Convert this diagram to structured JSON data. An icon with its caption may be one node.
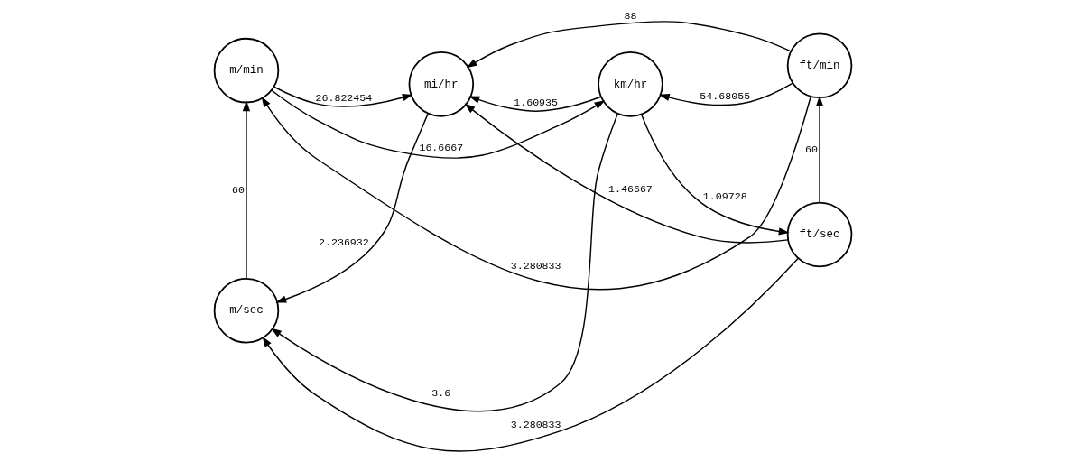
{
  "diagram": {
    "nodes": [
      {
        "text": [
          "m/min"
        ]
      },
      {
        "text": [
          "ft/min"
        ]
      },
      {
        "text": [
          "mi/hr"
        ]
      },
      {
        "text": [
          "km/hr"
        ]
      },
      {
        "text": [
          "m/sec"
        ]
      },
      {
        "text": [
          "ft/sec"
        ]
      }
    ],
    "edges": [
      {
        "from": 1,
        "to": 0,
        "arrow": "to",
        "label": "3.280833"
      },
      {
        "from": 0,
        "to": 3,
        "arrow": "to",
        "label": "16.6667"
      },
      {
        "from": 0,
        "to": 2,
        "arrow": "to",
        "label": "26.822454"
      },
      {
        "from": 1,
        "to": 2,
        "arrow": "to",
        "label": "88"
      },
      {
        "from": 1,
        "to": 3,
        "arrow": "to",
        "label": "54.68055"
      },
      {
        "from": 3,
        "to": 2,
        "arrow": "to",
        "label": "1.60935"
      },
      {
        "from": 2,
        "to": 4,
        "arrow": "to",
        "label": "2.236932"
      },
      {
        "from": 3,
        "to": 4,
        "arrow": "to",
        "label": "3.6"
      },
      {
        "from": 5,
        "to": 2,
        "arrow": "to",
        "label": "1.46667"
      },
      {
        "from": 3,
        "to": 5,
        "arrow": "to",
        "label": "1.09728"
      },
      {
        "from": 5,
        "to": 1,
        "arrow": "to",
        "label": "60"
      },
      {
        "from": 4,
        "to": 0,
        "arrow": "to",
        "label": "60"
      },
      {
        "from": 5,
        "to": 4,
        "arrow": "to",
        "label": "3.280833"
      }
    ]
  }
}
